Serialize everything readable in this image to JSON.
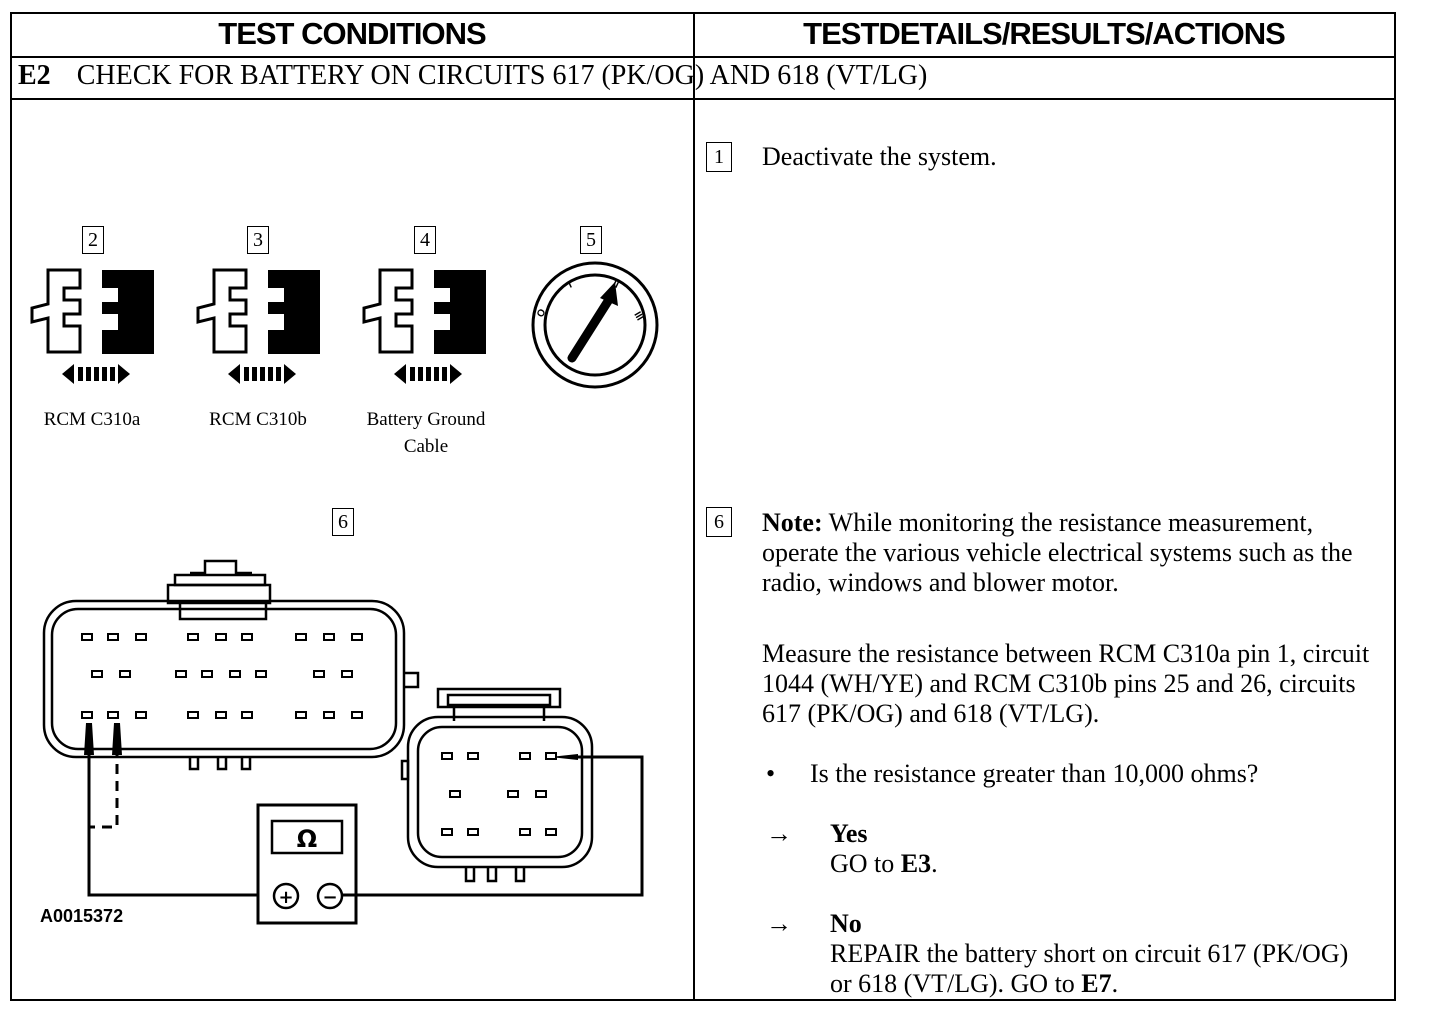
{
  "header": {
    "left": "TEST CONDITIONS",
    "right": "TESTDETAILS/RESULTS/ACTIONS"
  },
  "step": {
    "code": "E2",
    "title": "CHECK FOR BATTERY ON CIRCUITS 617 (PK/OG) AND 618 (VT/LG)"
  },
  "figure": {
    "steps": [
      "2",
      "3",
      "4",
      "5",
      "6"
    ],
    "captions": {
      "c2": "RCM C310a",
      "c3": "RCM C310b",
      "c4_line1": "Battery Ground",
      "c4_line2": "Cable"
    },
    "ignition_positions": [
      "O",
      "I",
      "II",
      "III"
    ],
    "meter_symbol": "Ω",
    "meter_plus": "+",
    "meter_minus": "−",
    "figure_id": "A0015372"
  },
  "details": {
    "s1_num": "1",
    "s1_text": "Deactivate the system.",
    "s6_num": "6",
    "note_label": "Note:",
    "note_text": " While monitoring the resistance measurement, operate the various vehicle electrical systems such as the radio, windows and blower motor.",
    "measure_text": "Measure the resistance between RCM C310a pin 1, circuit 1044 (WH/YE) and RCM C310b pins 25 and 26, circuits 617 (PK/OG) and 618 (VT/LG).",
    "bullet": "•",
    "question": "Is the resistance greater than 10,000 ohms?",
    "arrow": "→",
    "yes_label": "Yes",
    "yes_action_prefix": "GO to ",
    "yes_action_target": "E3",
    "yes_action_suffix": ".",
    "no_label": "No",
    "no_action_prefix": "REPAIR the battery short on circuit 617 (PK/OG) or 618 (VT/LG). GO to ",
    "no_action_target": "E7",
    "no_action_suffix": "."
  }
}
